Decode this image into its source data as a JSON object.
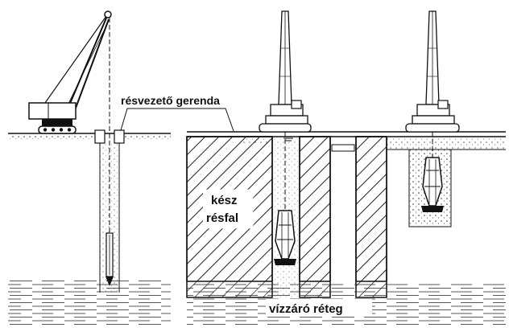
{
  "labels": {
    "guide_beam": "résvezető gerenda",
    "finished_wall_line1": "kész",
    "finished_wall_line2": "résfal",
    "impermeable_layer": "vízzáró réteg"
  },
  "colors": {
    "ink": "#111111",
    "background": "#ffffff"
  }
}
